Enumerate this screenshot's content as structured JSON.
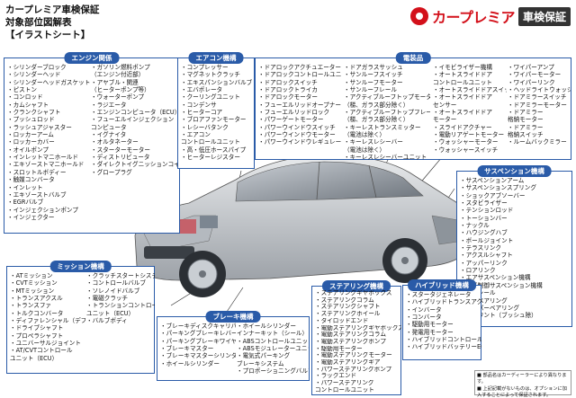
{
  "header": {
    "title1": "カープレミア車検保証",
    "title2": "対象部位図解表",
    "title3": "【イラストシート】"
  },
  "logo": {
    "name": "カープレミア",
    "badge": "車検保証",
    "icon": "car-premier-logo"
  },
  "colors": {
    "frame": "#2a5ba8",
    "brand": "#d3101a"
  },
  "engine": {
    "title": "エンジン関係",
    "col1": [
      "・シリンダーブロック",
      "・シリンダーヘッド",
      "・シリンダーヘッドガスケット",
      "・ピストン",
      "・コンロッド",
      "・カムシャフト",
      "・クランクシャフト",
      "・プッシュロッド",
      "・ラッシュアジャスター",
      "・ロッカーアーム",
      "・ロッカーカバー",
      "・オイルポンプ",
      "・インレットマニホールド",
      "・エキゾーストマニホールド",
      "・スロットルボディー",
      "・触媒コンバータ",
      "・インレット",
      "・エキゾーストバルブ",
      "・EGRバルブ",
      "・インジェクションポンプ",
      "・インジェクター"
    ],
    "col2": [
      "・ガソリン燃料ポンプ",
      "（エンジン付近部）",
      "・アヤブル・関連",
      "（ヒーターポンプ等）",
      "・ウォーターポンプ",
      "・ラジエータ",
      "・エンジンコンピュータ（ECU）",
      "・フューエルインジェクション",
      "コンピュータ",
      "・イグナイタ",
      "・オルタネーター",
      "・スターターモーター",
      "・ディストリビュータ",
      "・ダイレクトイグニッションコイル",
      "・グロープラグ"
    ]
  },
  "aircon": {
    "title": "エアコン機構",
    "items": [
      "・コンプレッサー",
      "・マグネットクラッチ",
      "・エキスパンションバルブ",
      "・エバポレータ",
      "・クーリングユニット",
      "・コンデンサ",
      "・ヒーターコア",
      "・ブロアファンモーター",
      "・レシーバタンク",
      "・エアコン",
      "コントロールユニット",
      "・高・低圧ホースパイプ",
      "・ヒーターレジスター"
    ]
  },
  "electrical": {
    "title": "電装品",
    "col1": [
      "・ドアロックアクチュエーター",
      "・ドアロックコントロールユニット",
      "・ドアロックスイッチ",
      "・ドアロックトライカ",
      "・ドアロックモーター",
      "・フューエルリッドオープナー",
      "・フューエルリッドロック",
      "・パワーゲートモーター",
      "・パワーウインドウスイッチ",
      "・パワーウインドウモーター",
      "・パワーウインドウレギュレーター"
    ],
    "col2": [
      "・ドアガラスサッシュ",
      "・サンルーフスイッチ",
      "・サンルーフモーター",
      "・サンルーフレール",
      "・アクティブルーフトップモーター",
      "（梯、ガラス部分除く）",
      "・アクティブルーフトップフレーム",
      "（梯、ガラス部分除く）",
      "・キーレストランスミッター",
      "（電池は除く）",
      "・キーレスレシーバー",
      "（電池は除く）",
      "・キーレスレシーバーユニット"
    ],
    "col3": [
      "・イモビライザー機構",
      "・オートスライドドア",
      "コントロールユニット",
      "・オートスライドドアスイッチ",
      "・オートスライドドア",
      "センサー",
      "・オートスライドドア",
      "モーター",
      "・スライドアクチャー",
      "・電動リアゲートモーター",
      "・ウォッシャーモーター",
      "・ウォッシャースイッチ"
    ],
    "col4": [
      "・ワイパーアンプ",
      "・ワイパーモーター",
      "・ワイパーリンク",
      "・ヘッドライトウォッシャー",
      "・ドアミラースイッチ",
      "・ドアミラーモーター",
      "・ドアミラー",
      "格納モーター",
      "・ドアミラー",
      "格納スイッチ",
      "・ルームバックミラー"
    ]
  },
  "suspension": {
    "title": "サスペンション機構",
    "items": [
      "・サスペンションアーム",
      "・サスペンションスプリング",
      "・ショックアブソーバー",
      "・スタビライザー",
      "・テンションロッド",
      "・トーションバー",
      "・ナックル",
      "・ハウジングハブ",
      "・ボールジョイント",
      "・テラスリンク",
      "・アクスルシャフト",
      "・アッパーリンク",
      "・ロアリンク",
      "・エアサスペンション機構",
      "・電子制御サスペンション機構",
      "・ハブシール",
      "・ハブベアリング",
      "・アッパーベアリング",
      "・各マウント（ブッシュ除）"
    ]
  },
  "mission": {
    "title": "ミッション機構",
    "col1": [
      "・ATミッション",
      "・CVTミッション",
      "・MTミッション",
      "・トランスアクスル",
      "・トランスファ",
      "・トルクコンバータ",
      "・ディファレンシャル（デフ）",
      "・ドライブシャフト",
      "・プロペラシャフト",
      "・ユニバーサルジョイント",
      "・AT/CVTコントロール",
      "ユニット（ECU）"
    ],
    "col2": [
      "・クラッチスタートシステム",
      "・コントロールバルブ",
      "・ソレノイドバルブ",
      "・電磁クラッチ",
      "・トランションコントロール",
      "ユニット（ECU）",
      "・バルブボディ"
    ]
  },
  "brake": {
    "title": "ブレーキ機構",
    "col1": [
      "・ブレーキディスクキャリパー",
      "・パーキングブレーキレバー",
      "・パーキングブレーキワイヤー",
      "・ブレーキマスター",
      "・ブレーキマスターシリンダー",
      "・ホイールシリンダー"
    ],
    "col2": [
      "・ホイールシリンダー",
      "インナーキット（シール）",
      "・ABSコントロールユニット",
      "・ABSモジュレーターユニット",
      "・電気式パーキング",
      "ブレーキシステム",
      "・プロポーショニングバルブ"
    ]
  },
  "steering": {
    "title": "ステアリング機構",
    "items": [
      "・ステアリングギヤボックス",
      "・ステアリングコラム",
      "・ステアリングシャフト",
      "・ステアリングホイール",
      "・タイロッドエンド",
      "・電動ステアリングギヤボックス",
      "・電動ステアリングコラム",
      "・電動ステアリングポンプ",
      "・駆動用モーター",
      "・電動ステアリングモーター",
      "・電動ステアリングギア",
      "・パワーステアリングポンプ",
      "・ラックエンド",
      "・パワーステアリング",
      "コントロールユニット"
    ]
  },
  "hybrid": {
    "title": "ハイブリッド機構",
    "items": [
      "・スタータジェネレータ",
      "・ハイブリッドトランスアクスル",
      "・インバータ",
      "・コンバータ",
      "・駆動用モーター",
      "・発電用モーター",
      "・ハイブリッドコントロールECU",
      "・ハイブリッドバッテリーECU"
    ]
  },
  "note": {
    "line1": "■ 部品名はカーディーラーにより異なります。",
    "line2": "■ 上記記載がないものは、オプションに加入することによって保証されます。"
  }
}
